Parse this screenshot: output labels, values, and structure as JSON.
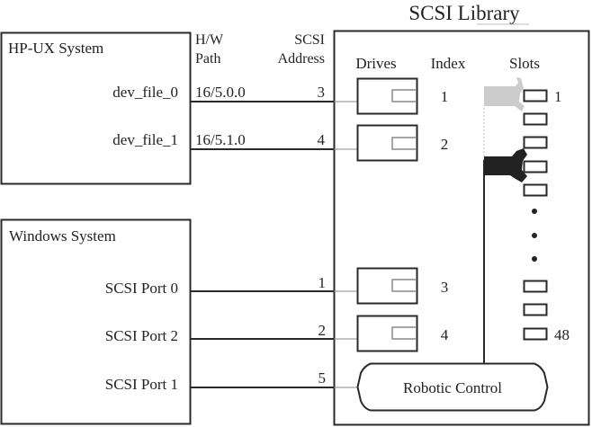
{
  "library": {
    "title": "SCSI Library",
    "headers": {
      "drives": "Drives",
      "index": "Index",
      "slots": "Slots"
    },
    "drive_indices": [
      "1",
      "2",
      "3",
      "4"
    ],
    "slot_first_label": "1",
    "slot_last_label": "48",
    "robotic_control": "Robotic Control"
  },
  "columns": {
    "hw_path_line1": "H/W",
    "hw_path_line2": "Path",
    "scsi_address_line1": "SCSI",
    "scsi_address_line2": "Address"
  },
  "hpux": {
    "title": "HP-UX System",
    "connections": [
      {
        "device": "dev_file_0",
        "hw_path": "16/5.0.0",
        "scsi_address": "3"
      },
      {
        "device": "dev_file_1",
        "hw_path": "16/5.1.0",
        "scsi_address": "4"
      }
    ]
  },
  "windows": {
    "title": "Windows System",
    "connections": [
      {
        "port": "SCSI Port 0",
        "scsi_address": "1"
      },
      {
        "port": "SCSI Port 2",
        "scsi_address": "2"
      },
      {
        "port": "SCSI Port 1",
        "scsi_address": "5"
      }
    ]
  },
  "colors": {
    "line": "#2a2a2a",
    "gripper_idle": "#cccccc",
    "gripper_active": "#222222"
  }
}
